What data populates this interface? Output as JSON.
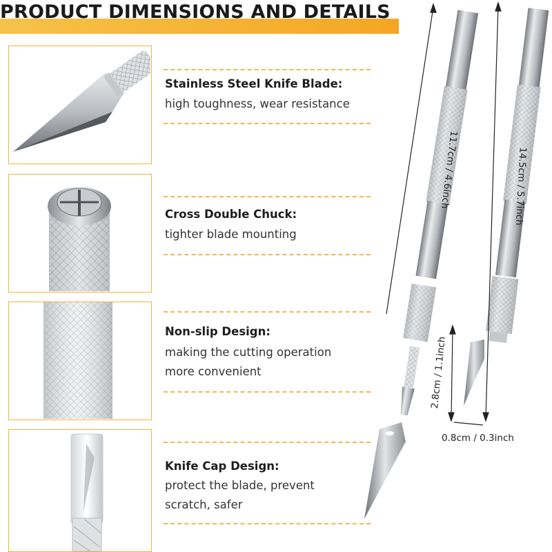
{
  "title": "PRODUCT DIMENSIONS AND DETAILS",
  "features": [
    {
      "title": "Stainless Steel Knife Blade:",
      "desc": [
        "high toughness, wear resistance"
      ]
    },
    {
      "title": "Cross Double Chuck:",
      "desc": [
        "tighter blade mounting"
      ]
    },
    {
      "title": "Non-slip Design:",
      "desc": [
        "making the cutting operation",
        "more convenient"
      ]
    },
    {
      "title": "Knife Cap Design:",
      "desc": [
        "protect the blade, prevent",
        "scratch, safer"
      ]
    }
  ],
  "dimensions": {
    "handle_length": "11.7cm / 4.6inch",
    "total_length": "14.5cm / 5.7inch",
    "blade_length": "2.8cm / 1.1inch",
    "width": "0.8cm / 0.3inch"
  },
  "colors": {
    "accent": "#f5a623",
    "border": "#f0b43c",
    "metal": "#c9cccf"
  }
}
